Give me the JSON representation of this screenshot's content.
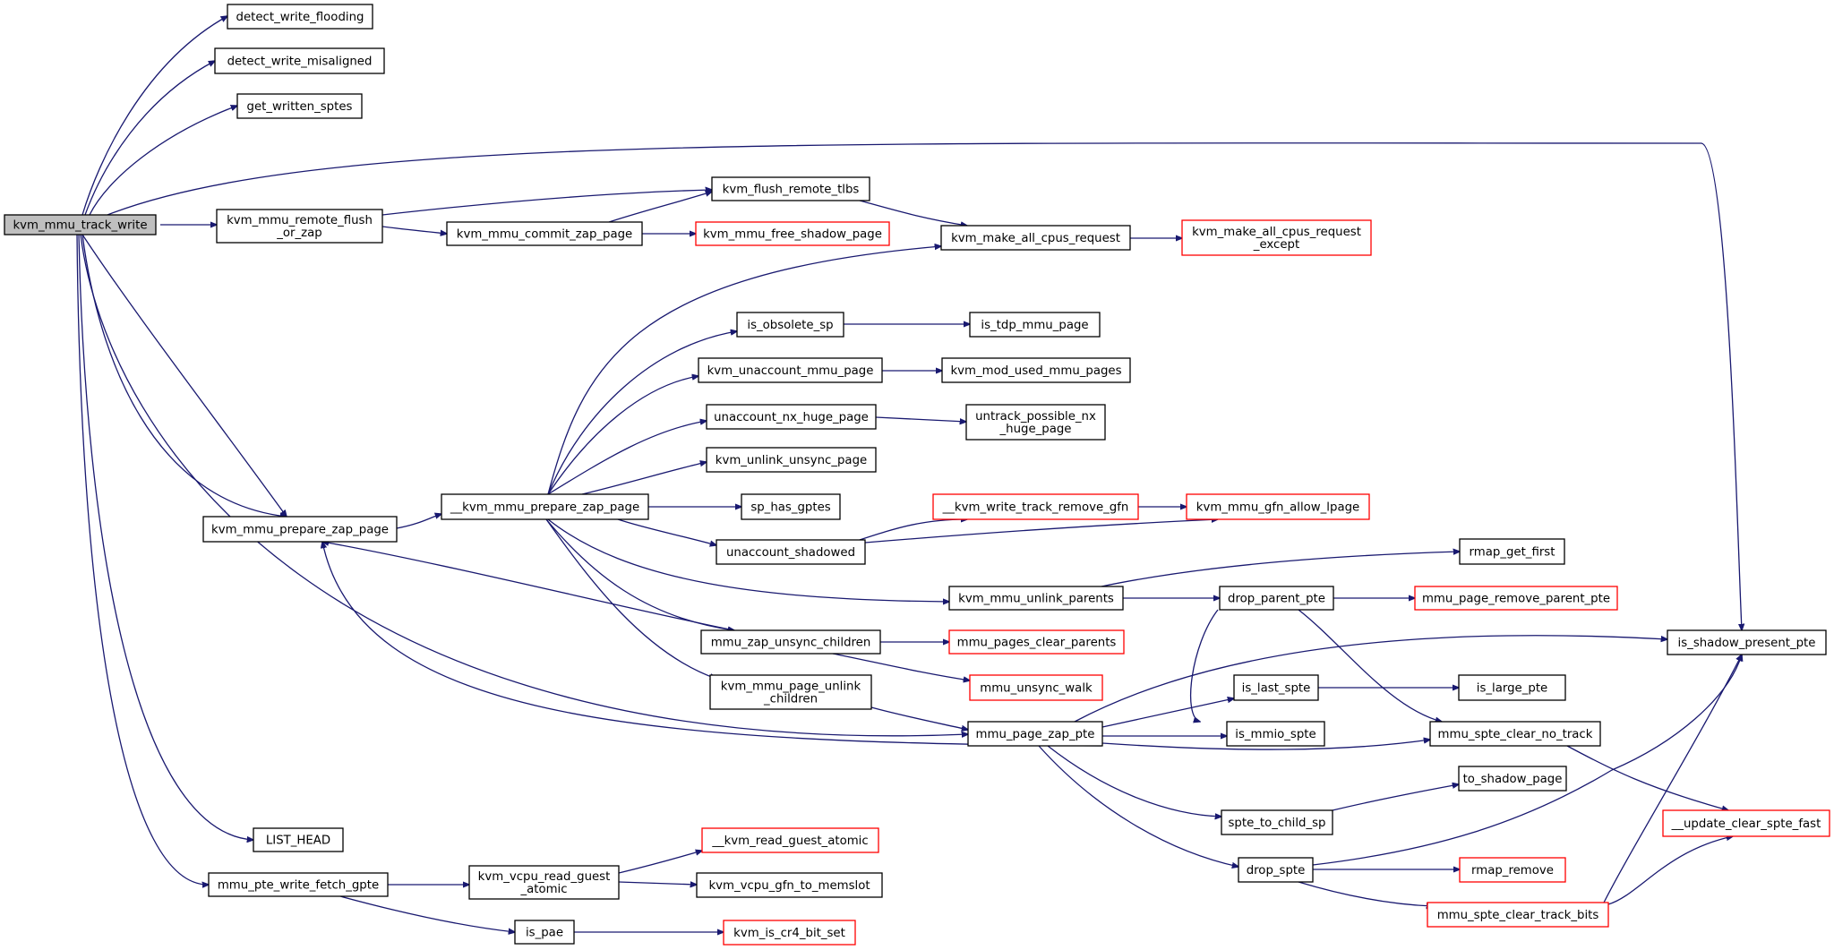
{
  "colors": {
    "edge": "#191970",
    "incomplete_border": "#ff0000",
    "root_fill": "#bfbfbf"
  },
  "nodes": [
    {
      "id": "root",
      "lines": [
        "kvm_mmu_track_write"
      ],
      "kind": "root"
    },
    {
      "id": "dwf",
      "lines": [
        "detect_write_flooding"
      ]
    },
    {
      "id": "dwm",
      "lines": [
        "detect_write_misaligned"
      ]
    },
    {
      "id": "gws",
      "lines": [
        "get_written_sptes"
      ]
    },
    {
      "id": "rfz",
      "lines": [
        "kvm_mmu_remote_flush",
        "_or_zap"
      ]
    },
    {
      "id": "frt",
      "lines": [
        "kvm_flush_remote_tlbs"
      ]
    },
    {
      "id": "czp",
      "lines": [
        "kvm_mmu_commit_zap_page"
      ]
    },
    {
      "id": "fsp",
      "lines": [
        "kvm_mmu_free_shadow_page"
      ],
      "kind": "red"
    },
    {
      "id": "macr",
      "lines": [
        "kvm_make_all_cpus_request"
      ]
    },
    {
      "id": "macre",
      "lines": [
        "kvm_make_all_cpus_request",
        "_except"
      ],
      "kind": "red"
    },
    {
      "id": "obs",
      "lines": [
        "is_obsolete_sp"
      ]
    },
    {
      "id": "tdp",
      "lines": [
        "is_tdp_mmu_page"
      ]
    },
    {
      "id": "uamp",
      "lines": [
        "kvm_unaccount_mmu_page"
      ]
    },
    {
      "id": "mod",
      "lines": [
        "kvm_mod_used_mmu_pages"
      ]
    },
    {
      "id": "unx",
      "lines": [
        "unaccount_nx_huge_page"
      ]
    },
    {
      "id": "utnx",
      "lines": [
        "untrack_possible_nx",
        "_huge_page"
      ]
    },
    {
      "id": "uus",
      "lines": [
        "kvm_unlink_unsync_page"
      ]
    },
    {
      "id": "pzp",
      "lines": [
        "kvm_mmu_prepare_zap_page"
      ]
    },
    {
      "id": "ipzp",
      "lines": [
        "__kvm_mmu_prepare_zap_page"
      ]
    },
    {
      "id": "shg",
      "lines": [
        "sp_has_gptes"
      ]
    },
    {
      "id": "wtr",
      "lines": [
        "__kvm_write_track_remove_gfn"
      ],
      "kind": "red"
    },
    {
      "id": "gal",
      "lines": [
        "kvm_mmu_gfn_allow_lpage"
      ],
      "kind": "red"
    },
    {
      "id": "ush",
      "lines": [
        "unaccount_shadowed"
      ]
    },
    {
      "id": "rgf",
      "lines": [
        "rmap_get_first"
      ]
    },
    {
      "id": "mup",
      "lines": [
        "kvm_mmu_unlink_parents"
      ]
    },
    {
      "id": "dpp",
      "lines": [
        "drop_parent_pte"
      ]
    },
    {
      "id": "mprp",
      "lines": [
        "mmu_page_remove_parent_pte"
      ],
      "kind": "red"
    },
    {
      "id": "zuc",
      "lines": [
        "mmu_zap_unsync_children"
      ]
    },
    {
      "id": "pcp",
      "lines": [
        "mmu_pages_clear_parents"
      ],
      "kind": "red"
    },
    {
      "id": "isp",
      "lines": [
        "is_shadow_present_pte"
      ]
    },
    {
      "id": "muw",
      "lines": [
        "mmu_unsync_walk"
      ],
      "kind": "red"
    },
    {
      "id": "ils",
      "lines": [
        "is_last_spte"
      ]
    },
    {
      "id": "ilp",
      "lines": [
        "is_large_pte"
      ]
    },
    {
      "id": "puc",
      "lines": [
        "kvm_mmu_page_unlink",
        "_children"
      ]
    },
    {
      "id": "ims",
      "lines": [
        "is_mmio_spte"
      ]
    },
    {
      "id": "pzpte",
      "lines": [
        "mmu_page_zap_pte"
      ]
    },
    {
      "id": "scnt",
      "lines": [
        "mmu_spte_clear_no_track"
      ]
    },
    {
      "id": "tsp",
      "lines": [
        "to_shadow_page"
      ]
    },
    {
      "id": "stc",
      "lines": [
        "spte_to_child_sp"
      ]
    },
    {
      "id": "ucsf",
      "lines": [
        "__update_clear_spte_fast"
      ],
      "kind": "red"
    },
    {
      "id": "lh",
      "lines": [
        "LIST_HEAD"
      ]
    },
    {
      "id": "rga",
      "lines": [
        "__kvm_read_guest_atomic"
      ],
      "kind": "red"
    },
    {
      "id": "dsp",
      "lines": [
        "drop_spte"
      ]
    },
    {
      "id": "rr",
      "lines": [
        "rmap_remove"
      ],
      "kind": "red"
    },
    {
      "id": "wfg",
      "lines": [
        "mmu_pte_write_fetch_gpte"
      ]
    },
    {
      "id": "vrga",
      "lines": [
        "kvm_vcpu_read_guest",
        "_atomic"
      ]
    },
    {
      "id": "vgm",
      "lines": [
        "kvm_vcpu_gfn_to_memslot"
      ]
    },
    {
      "id": "sctb",
      "lines": [
        "mmu_spte_clear_track_bits"
      ],
      "kind": "red"
    },
    {
      "id": "pae",
      "lines": [
        "is_pae"
      ]
    },
    {
      "id": "cr4",
      "lines": [
        "kvm_is_cr4_bit_set"
      ],
      "kind": "red"
    }
  ]
}
